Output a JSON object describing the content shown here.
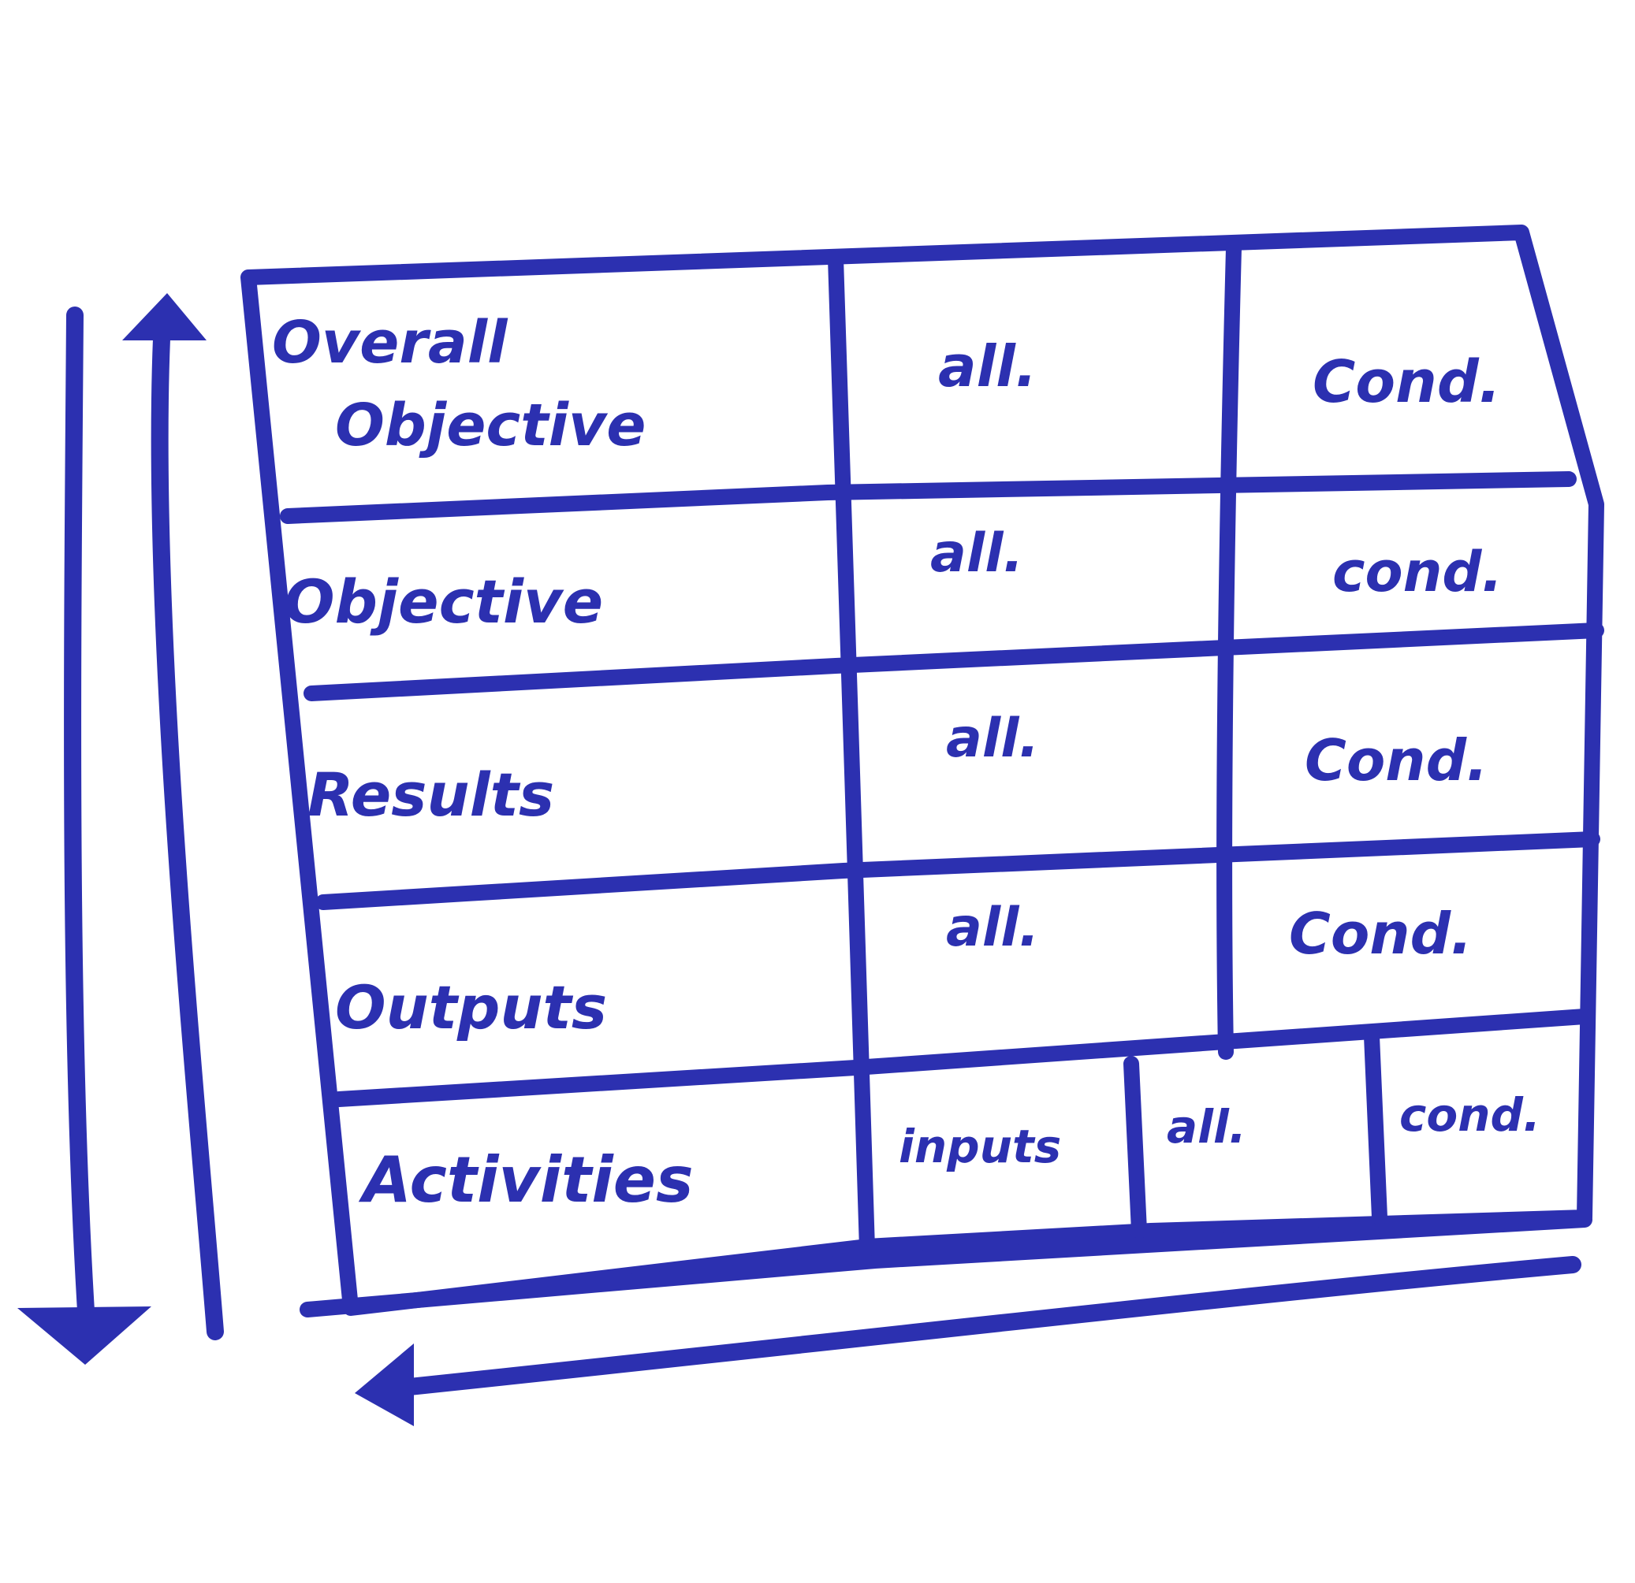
{
  "ink_color": "#2c30b0",
  "paper_color": "#ffffff",
  "rows": [
    {
      "label": "Overall Objective",
      "col2": "all.",
      "col3": "Cond."
    },
    {
      "label": "Objective",
      "col2": "all.",
      "col3": "cond."
    },
    {
      "label": "Results",
      "col2": "all.",
      "col3": "Cond."
    },
    {
      "label": "Outputs",
      "col2": "all.",
      "col3": "Cond."
    }
  ],
  "activities_row": {
    "label": "Activities",
    "cells": [
      "inputs",
      "all.",
      "cond."
    ]
  }
}
